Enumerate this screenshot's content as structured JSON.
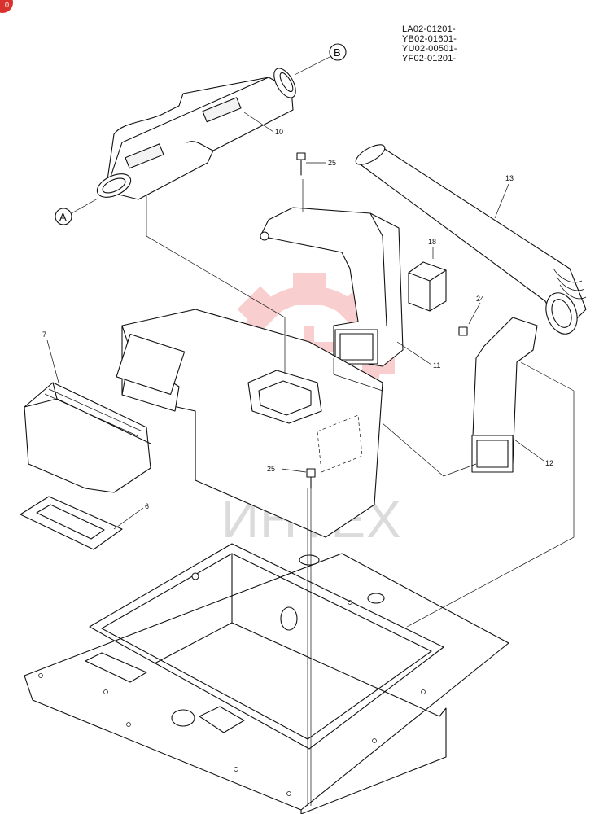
{
  "badge": {
    "label": "0",
    "color": "#d9312d"
  },
  "serials": [
    "LA02-01201-",
    "YB02-01601-",
    "YU02-00501-",
    "YF02-01201-"
  ],
  "connection_markers": {
    "a": "A",
    "b": "B"
  },
  "callouts": {
    "c6": "6",
    "c7": "7",
    "c10": "10",
    "c11": "11",
    "c12": "12",
    "c13": "13",
    "c18": "18",
    "c24": "24",
    "c25_top": "25",
    "c25_mid": "25"
  },
  "watermark": {
    "text": "ИНТЕХ",
    "logo_color": "#f4a7a7"
  }
}
